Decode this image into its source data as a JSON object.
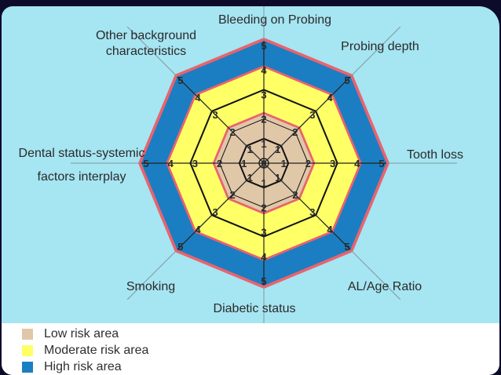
{
  "axes": [
    {
      "lines": [
        "Bleeding on Probing"
      ]
    },
    {
      "lines": [
        "Probing depth"
      ]
    },
    {
      "lines": [
        "Tooth loss"
      ]
    },
    {
      "lines": [
        "AL/Age Ratio"
      ]
    },
    {
      "lines": [
        "Diabetic status"
      ]
    },
    {
      "lines": [
        "Smoking"
      ]
    },
    {
      "lines": [
        "Dental status-systemic",
        "factors interplay"
      ]
    },
    {
      "lines": [
        "Other background",
        "characteristics"
      ]
    }
  ],
  "scale_ticks": [
    "0",
    "1",
    "2",
    "3",
    "4",
    "5"
  ],
  "zones": {
    "low": {
      "from": 0,
      "to": 2,
      "color": "#e0c7a8"
    },
    "moderate": {
      "from": 2,
      "to": 4,
      "color": "#ffff66"
    },
    "high": {
      "from": 4,
      "to": 5,
      "color": "#1b7ec2"
    }
  },
  "ring_color": "#e9636e",
  "legend": [
    {
      "label": "Low risk area",
      "color": "#e0c7a8"
    },
    {
      "label": "Moderate risk area",
      "color": "#ffff66"
    },
    {
      "label": "High risk area",
      "color": "#1b7ec2"
    }
  ]
}
